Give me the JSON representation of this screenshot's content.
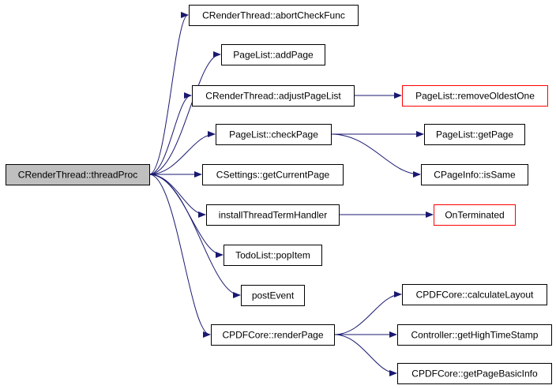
{
  "colors": {
    "edge": "#191970",
    "node_border": "#000000",
    "node_fill": "#ffffff",
    "root_fill": "#bfbfbf",
    "external_border": "#ff0000"
  },
  "nodes": [
    {
      "id": "threadProc",
      "label": "CRenderThread::threadProc",
      "kind": "root"
    },
    {
      "id": "abortCheckFunc",
      "label": "CRenderThread::abortCheckFunc",
      "kind": "normal"
    },
    {
      "id": "addPage",
      "label": "PageList::addPage",
      "kind": "normal"
    },
    {
      "id": "adjustPageList",
      "label": "CRenderThread::adjustPageList",
      "kind": "normal"
    },
    {
      "id": "removeOldestOne",
      "label": "PageList::removeOldestOne",
      "kind": "external"
    },
    {
      "id": "checkPage",
      "label": "PageList::checkPage",
      "kind": "normal"
    },
    {
      "id": "getPage",
      "label": "PageList::getPage",
      "kind": "normal"
    },
    {
      "id": "isSame",
      "label": "CPageInfo::isSame",
      "kind": "normal"
    },
    {
      "id": "getCurrentPage",
      "label": "CSettings::getCurrentPage",
      "kind": "normal"
    },
    {
      "id": "installThreadTermHandler",
      "label": "installThreadTermHandler",
      "kind": "normal"
    },
    {
      "id": "OnTerminated",
      "label": "OnTerminated",
      "kind": "external"
    },
    {
      "id": "popItem",
      "label": "TodoList::popItem",
      "kind": "normal"
    },
    {
      "id": "postEvent",
      "label": "postEvent",
      "kind": "normal"
    },
    {
      "id": "renderPage",
      "label": "CPDFCore::renderPage",
      "kind": "normal"
    },
    {
      "id": "calculateLayout",
      "label": "CPDFCore::calculateLayout",
      "kind": "normal"
    },
    {
      "id": "getHighTimeStamp",
      "label": "Controller::getHighTimeStamp",
      "kind": "normal"
    },
    {
      "id": "getPageBasicInfo",
      "label": "CPDFCore::getPageBasicInfo",
      "kind": "normal"
    }
  ],
  "edges": [
    {
      "from": "threadProc",
      "to": "abortCheckFunc"
    },
    {
      "from": "threadProc",
      "to": "addPage"
    },
    {
      "from": "threadProc",
      "to": "adjustPageList"
    },
    {
      "from": "threadProc",
      "to": "checkPage"
    },
    {
      "from": "threadProc",
      "to": "getCurrentPage"
    },
    {
      "from": "threadProc",
      "to": "installThreadTermHandler"
    },
    {
      "from": "threadProc",
      "to": "popItem"
    },
    {
      "from": "threadProc",
      "to": "postEvent"
    },
    {
      "from": "threadProc",
      "to": "renderPage"
    },
    {
      "from": "adjustPageList",
      "to": "removeOldestOne"
    },
    {
      "from": "checkPage",
      "to": "getPage"
    },
    {
      "from": "checkPage",
      "to": "isSame"
    },
    {
      "from": "installThreadTermHandler",
      "to": "OnTerminated"
    },
    {
      "from": "renderPage",
      "to": "calculateLayout"
    },
    {
      "from": "renderPage",
      "to": "getHighTimeStamp"
    },
    {
      "from": "renderPage",
      "to": "getPageBasicInfo"
    }
  ]
}
